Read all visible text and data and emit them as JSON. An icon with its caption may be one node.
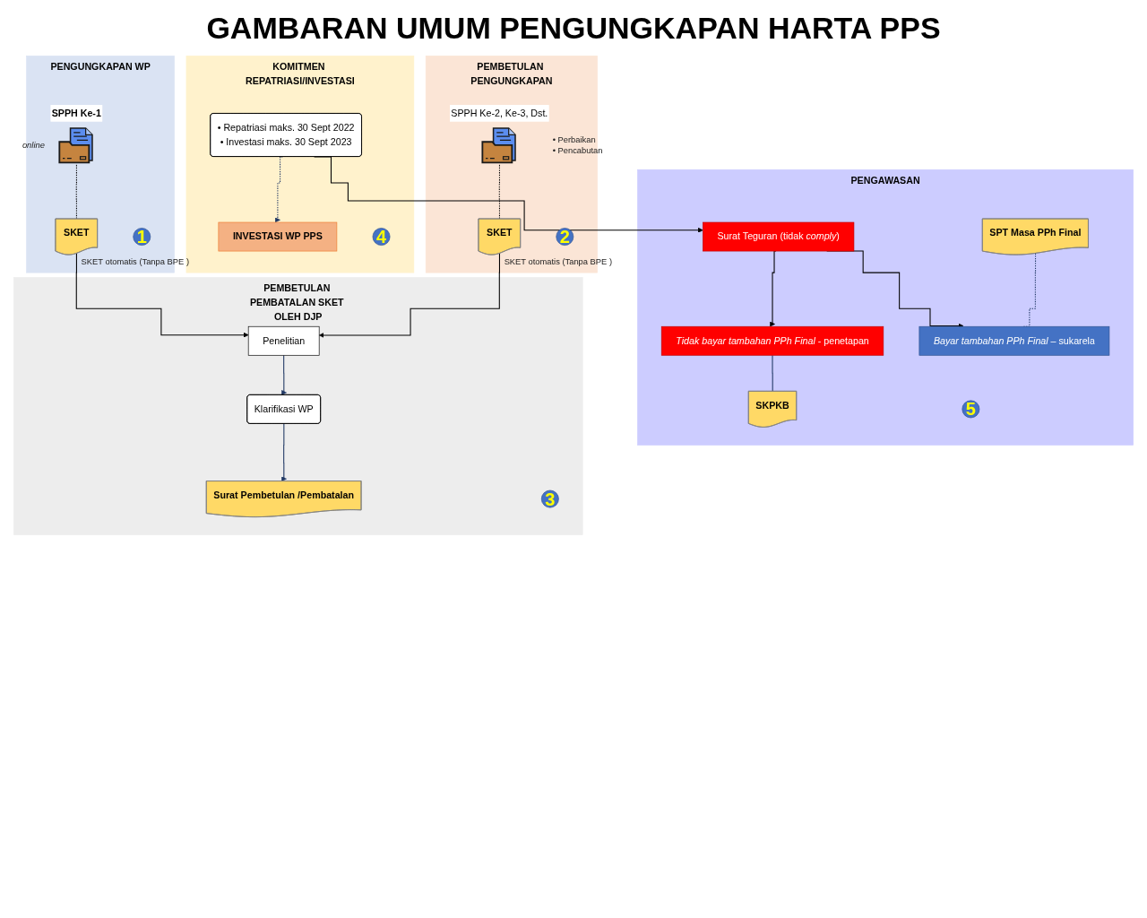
{
  "diagram": {
    "title": "GAMBARAN UMUM PENGUNGKAPAN HARTA PPS",
    "nodes": [
      {
        "text": [
          "PENGUNGKAPAN WP"
        ]
      },
      {
        "text": [
          "SPPH Ke-1"
        ],
        "beside": [
          "online"
        ],
        "in": 0
      },
      {
        "text": [
          "1"
        ],
        "in": 0
      },
      {
        "text": [
          "SKET"
        ],
        "beside": [
          "SKET otomatis (Tanpa BPE )"
        ],
        "in": 0
      },
      {
        "text": [
          "PEMBETULAN PENGUNGKAPAN"
        ]
      },
      {
        "text": [
          "SPPH Ke-2, Ke-3, Dst."
        ],
        "beside": [
          "• Perbaikan",
          "• Pencabutan"
        ],
        "in": 4
      },
      {
        "text": [
          "2"
        ],
        "in": 4
      },
      {
        "text": [
          "SKET"
        ],
        "beside": [
          "SKET otomatis (Tanpa BPE )"
        ],
        "in": 4
      },
      {
        "text": [
          "PEMBETULAN PEMBATALAN SKET OLEH DJP"
        ]
      },
      {
        "text": [
          "Penelitian"
        ],
        "in": 8
      },
      {
        "text": [
          "Klarifikasi WP"
        ],
        "in": 8
      },
      {
        "text": [
          "3"
        ],
        "in": 8
      },
      {
        "text": [
          "Surat Pembetulan /Pembatalan"
        ],
        "in": 8
      },
      {
        "text": [
          "KOMITMEN REPATRIASI/INVESTASI"
        ]
      },
      {
        "text": [
          "4"
        ],
        "in": 13
      },
      {
        "text": [
          "• Repatriasi maks. 30 Sept 2022",
          "• Investasi maks. 30 Sept 2023"
        ],
        "in": 13
      },
      {
        "text": [
          "INVESTASI WP PPS"
        ],
        "in": 13
      },
      {
        "text": [
          "PENGAWASAN"
        ]
      },
      {
        "text": [
          "5"
        ],
        "in": 17
      },
      {
        "text": [
          "SPT Masa PPh Final"
        ],
        "in": 17
      },
      {
        "text": [
          "*Bayar tambahan PPh Final* – sukarela"
        ],
        "in": 17
      },
      {
        "text": [
          "Surat Teguran (tidak *comply*)"
        ],
        "in": 17
      },
      {
        "text": [
          "*Tidak bayar tambahan PPh Final* - penetapan"
        ],
        "in": 17
      },
      {
        "text": [
          "SKPKB"
        ],
        "in": 17
      }
    ],
    "edges": [
      {
        "from": 1,
        "to": 3,
        "arrow": "none",
        "style": "dashed"
      },
      {
        "from": 5,
        "to": 7,
        "arrow": "none",
        "style": "dashed"
      },
      {
        "from": 3,
        "to": 9,
        "arrow": "to"
      },
      {
        "from": 7,
        "to": 9,
        "arrow": "to"
      },
      {
        "from": 9,
        "to": 10,
        "arrow": "to",
        "color": "#203864"
      },
      {
        "from": 10,
        "to": 12,
        "arrow": "to",
        "color": "#203864"
      },
      {
        "from": 15,
        "to": 16,
        "arrow": "to",
        "style": "dashed",
        "color": "#203864"
      },
      {
        "from": 15,
        "to": 21,
        "arrow": "to"
      },
      {
        "from": 21,
        "to": 20,
        "arrow": "to"
      },
      {
        "from": 21,
        "to": 22,
        "arrow": "to"
      },
      {
        "from": 19,
        "to": 20,
        "arrow": "none",
        "style": "dashed",
        "color": "#203864"
      },
      {
        "from": 22,
        "to": 23,
        "arrow": "none",
        "color": "#203864"
      }
    ]
  }
}
